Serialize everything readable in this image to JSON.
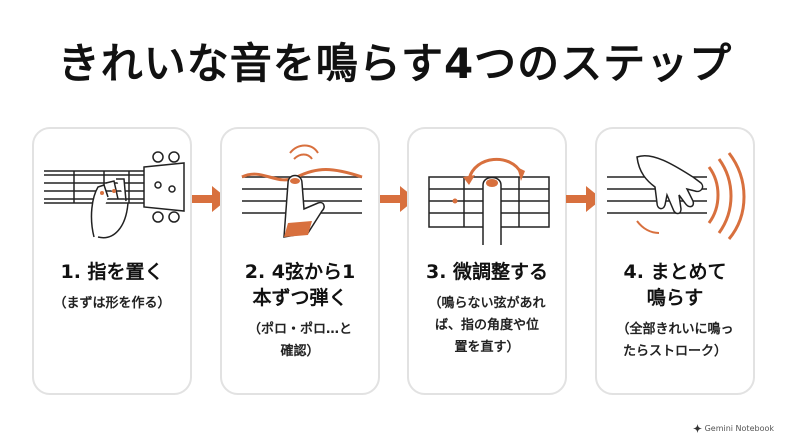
{
  "title": "きれいな音を鳴らす4つのステップ",
  "colors": {
    "accent": "#d8703e",
    "border": "#e2e2e2",
    "text": "#111111"
  },
  "steps": [
    {
      "title": "1. 指を置く",
      "note": "（まずは形を作る）",
      "illustration": "ukulele-neck-hand-icon"
    },
    {
      "title": "2. 4弦から1\n本ずつ弾く",
      "note": "（ポロ・ポロ…と\n確認）",
      "illustration": "pluck-string-icon"
    },
    {
      "title": "3. 微調整する",
      "note": "（鳴らない弦があれ\nば、指の角度や位\n置を直す）",
      "illustration": "adjust-finger-icon"
    },
    {
      "title": "4. まとめて\n鳴らす",
      "note": "（全部きれいに鳴っ\nたらストローク）",
      "illustration": "strum-hand-icon"
    }
  ],
  "footer": {
    "brand": "Gemini Notebook"
  }
}
